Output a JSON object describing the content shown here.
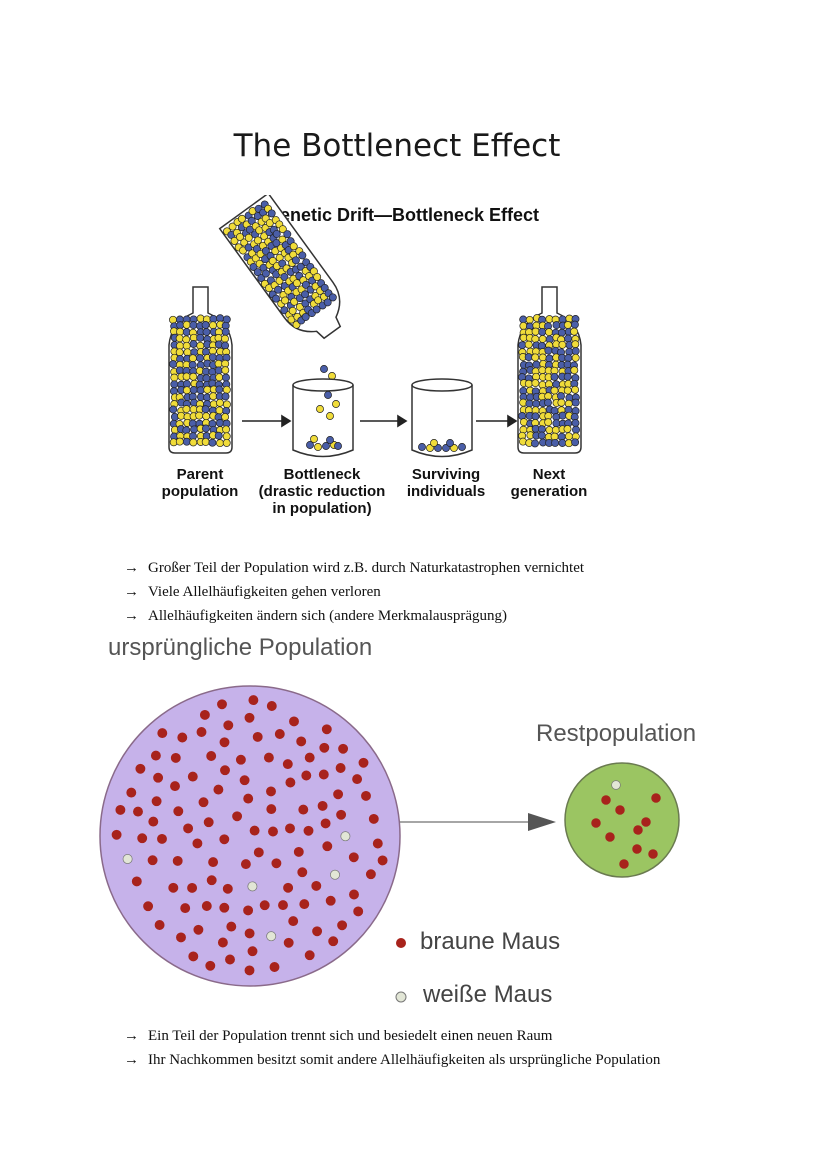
{
  "title": "The Bottlenect Effect",
  "figure1": {
    "heading": "Genetic Drift—Bottleneck Effect",
    "stages": [
      {
        "line1": "Parent",
        "line2": "population",
        "line3": ""
      },
      {
        "line1": "Bottleneck",
        "line2": "(drastic reduction",
        "line3": "in population)"
      },
      {
        "line1": "Surviving",
        "line2": "individuals",
        "line3": ""
      },
      {
        "line1": "Next",
        "line2": "generation",
        "line3": ""
      }
    ],
    "colors": {
      "yellow": "#f0dc3a",
      "blue": "#4a5ea8"
    }
  },
  "bullets1": [
    "Großer Teil der Population wird z.B. durch Naturkatastrophen vernichtet",
    "Viele Allelhäufigkeiten gehen verloren",
    "Allelhäufigkeiten ändern sich (andere Merkmalausprägung)"
  ],
  "arrow": "→",
  "figure2": {
    "original_label": "ursprüngliche Population",
    "rest_label": "Restpopulation",
    "legend": {
      "brown": "braune Maus",
      "white": "weiße Maus"
    },
    "colors": {
      "brown": "#a8231c",
      "white": "#e2e6d6",
      "big_circle": "#c6b2ea",
      "small_circle": "#9bc562"
    }
  },
  "bullets2": [
    "Ein Teil der Population trennt sich und besiedelt einen neuen Raum",
    "Ihr Nachkommen besitzt somit andere Allelhäufigkeiten als ursprüngliche Population"
  ]
}
